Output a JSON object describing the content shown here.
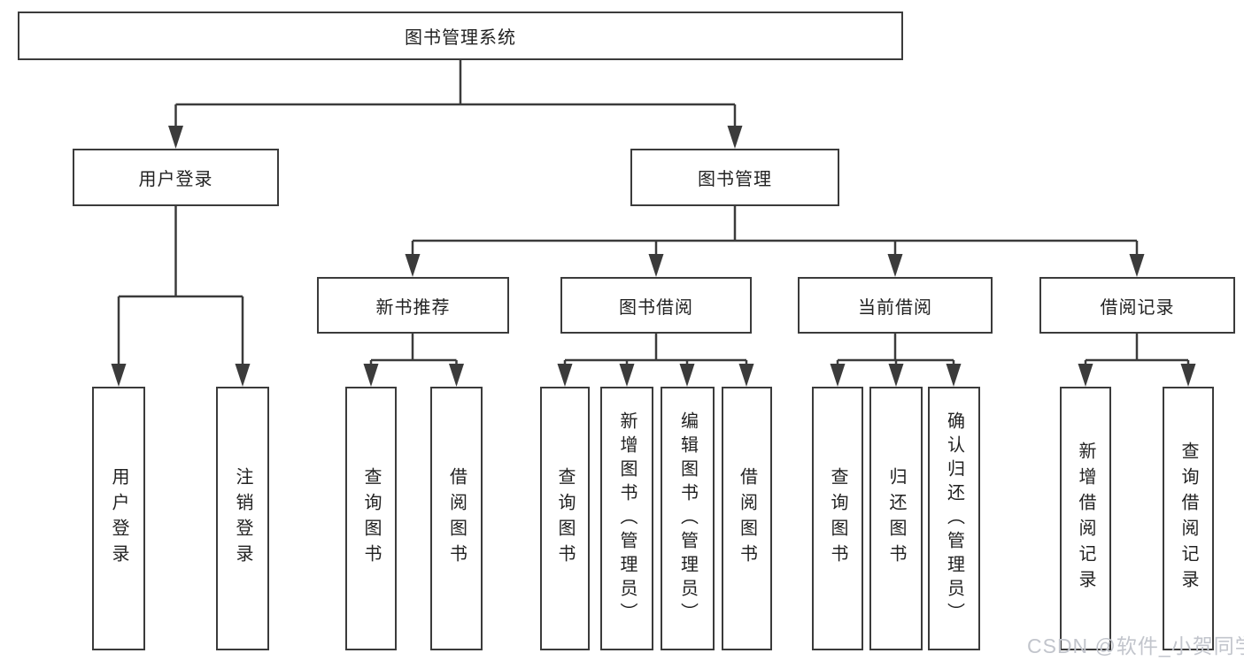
{
  "colors": {
    "line": "#3b3b3b",
    "text": "#222222",
    "watermark": "#c2c5cc",
    "background": "#ffffff"
  },
  "diagram": {
    "root": {
      "label": "图书管理系统"
    },
    "level2": [
      {
        "label": "用户登录"
      },
      {
        "label": "图书管理"
      }
    ],
    "level3": [
      {
        "label": "新书推荐"
      },
      {
        "label": "图书借阅"
      },
      {
        "label": "当前借阅"
      },
      {
        "label": "借阅记录"
      }
    ],
    "leaves": {
      "user_login": [
        {
          "label": "用户登录"
        },
        {
          "label": "注销登录"
        }
      ],
      "new_book_recommend": [
        {
          "label": "查询图书"
        },
        {
          "label": "借阅图书"
        }
      ],
      "book_borrow": [
        {
          "label": "查询图书"
        },
        {
          "label": "新增图书（管理员）"
        },
        {
          "label": "编辑图书（管理员）"
        },
        {
          "label": "借阅图书"
        }
      ],
      "current_borrow": [
        {
          "label": "查询图书"
        },
        {
          "label": "归还图书"
        },
        {
          "label": "确认归还（管理员）"
        }
      ],
      "borrow_records": [
        {
          "label": "新增借阅记录"
        },
        {
          "label": "查询借阅记录"
        }
      ]
    },
    "watermark": "CSDN @软件_小贺同学"
  }
}
